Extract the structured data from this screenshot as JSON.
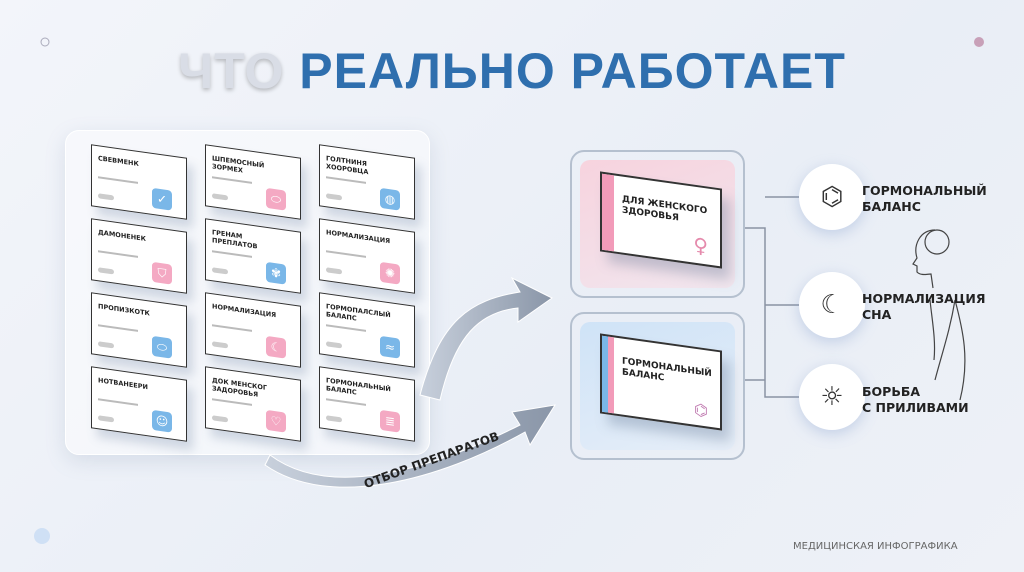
{
  "title": {
    "part1": "ЧТО",
    "part2": "РЕАЛЬНО РАБОТАЕТ"
  },
  "colors": {
    "accent_blue": "#2f6fae",
    "pink": "#f4a9c3",
    "blue": "#7ab7e8"
  },
  "grid_boxes": [
    {
      "label": "СВЕВМЕНК",
      "icon": "checkmark-icon",
      "color": "blue"
    },
    {
      "label": "ШПЕМОСНЫЙ ЗОРМЕХ",
      "icon": "pill-icon",
      "color": "pink"
    },
    {
      "label": "ГОЛТНИНЯ ХООРОВЦА",
      "icon": "capsule-icon",
      "color": "blue"
    },
    {
      "label": "ДАМОНЕНЕК",
      "icon": "shield-icon",
      "color": "pink"
    },
    {
      "label": "ГРЕНАМ ПРЕПЛАТОВ",
      "icon": "plant-icon",
      "color": "blue"
    },
    {
      "label": "НОРМАЛИЗАЦИЯ",
      "icon": "sun-icon",
      "color": "pink"
    },
    {
      "label": "ПРОПИЗКОТК",
      "icon": "pill-icon",
      "color": "blue"
    },
    {
      "label": "НОРМАЛИЗАЦИЯ",
      "icon": "moon-icon",
      "color": "pink"
    },
    {
      "label": "ГОРМОПАЛСЛЫЙ БАЛАПС",
      "icon": "wave-icon",
      "color": "blue"
    },
    {
      "label": "НОТВАНЕЕРИ",
      "icon": "person-icon",
      "color": "blue"
    },
    {
      "label": "ДОК МЕНСКОГ ЗАДОРОВЬЯ",
      "icon": "heart-icon",
      "color": "pink"
    },
    {
      "label": "ГОРМОНАЛЬНЫЙ БАЛАПС",
      "icon": "chart-icon",
      "color": "pink"
    }
  ],
  "arrow_label": "ОТБОР ПРЕПАРАТОВ",
  "selected": [
    {
      "label": "ДЛЯ ЖЕНСКОГО ЗДОРОВЬЯ",
      "icon": "female-icon"
    },
    {
      "label": "ГОРМОНАЛЬНЫЙ БАЛАНС",
      "icon": "molecule-icon"
    }
  ],
  "benefits": [
    {
      "label": "ГОРМОНАЛЬНЫЙ\nБАЛАНС",
      "icon": "molecule-icon"
    },
    {
      "label": "НОРМАЛИЗАЦИЯ\nСНА",
      "icon": "moon-stars-icon"
    },
    {
      "label": "БОРЬБА\nС ПРИЛИВАМИ",
      "icon": "sun-waves-icon"
    }
  ],
  "footer": "МЕДИЦИНСКАЯ ИНФОГРАФИКА"
}
